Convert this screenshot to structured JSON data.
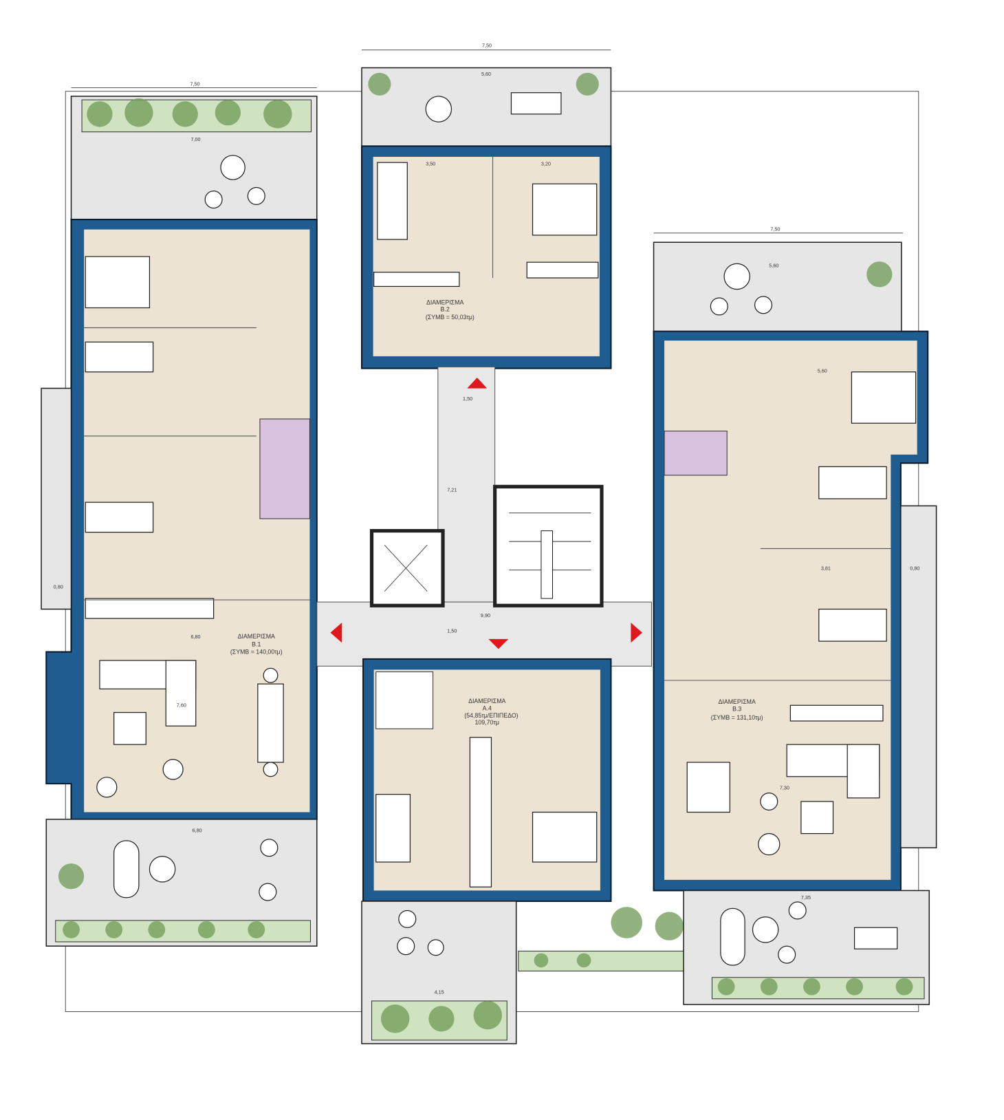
{
  "apartments": {
    "b1": {
      "title": "ΔΙΑΜΕΡΙΣΜΑ",
      "code": "Β.1",
      "area": "(ΣΥΜΒ = 140,00τμ)"
    },
    "b2": {
      "title": "ΔΙΑΜΕΡΙΣΜΑ",
      "code": "Β.2",
      "area": "(ΣΥΜΒ = 50,03τμ)"
    },
    "b3": {
      "title": "ΔΙΑΜΕΡΙΣΜΑ",
      "code": "Β.3",
      "area": "(ΣΥΜΒ = 131,10τμ)"
    },
    "a4": {
      "title": "ΔΙΑΜΕΡΙΣΜΑ",
      "code": "Α.4",
      "area": "(54,85τμ/ΕΠΙΠΕΔΟ)",
      "total": "109,70τμ"
    }
  },
  "dimensions": {
    "top_center": "7,50",
    "top_left": "7,50",
    "top_right": "7,50",
    "left_terrace": "7,00",
    "b2_terrace": "5,60",
    "b3_terrace": "5,60",
    "corridor_width": "1,50",
    "corridor_length": "7,21",
    "hall_length": "9,90",
    "hall_width": "1,50",
    "b1_living": "6,80",
    "b1_living_h": "7,60",
    "b3_living": "7,30",
    "a4_terrace": "4,15",
    "b3_bottom_terrace": "7,35",
    "b1_bottom_terrace": "6,80",
    "left_balcony": "0,80",
    "right_balcony": "0,80",
    "b2_room1": "3,50",
    "b2_room2": "3,20",
    "b3_bed": "5,60",
    "b3_bed2": "3,81"
  },
  "colors": {
    "wall": "#1f5c8f",
    "floor": "#ece3d3",
    "wet_room": "#d9c2e0",
    "arrow": "#e0181e",
    "planting": "#6e9a55"
  }
}
